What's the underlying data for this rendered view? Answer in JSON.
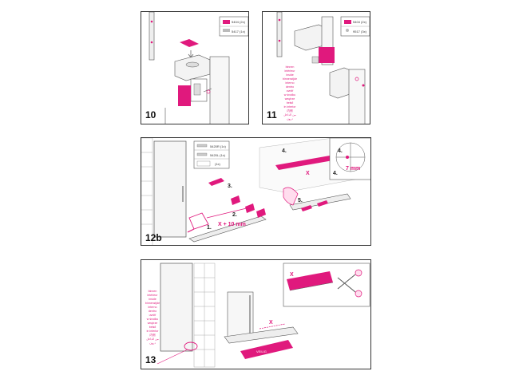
{
  "steps": {
    "s10": {
      "number": "10",
      "parts": [
        {
          "code": "5404 (2x)"
        },
        {
          "code": "5417 (1x)"
        }
      ]
    },
    "s11": {
      "number": "11",
      "parts": [
        {
          "code": "5404 (2x)"
        },
        {
          "code": "9517 (3x)"
        }
      ],
      "inside_labels": [
        "binnen",
        "intérieur",
        "inside",
        "binnenzijde",
        "interno",
        "dentro",
        "uvnitř",
        "w środku",
        "wnętrze",
        "belső",
        "in interior",
        "内侧",
        "من الداخل",
        "درون"
      ]
    },
    "s12b": {
      "number": "12b",
      "parts": [
        {
          "code": "5420R (1x)"
        },
        {
          "code": "5420L (1x)"
        },
        {
          "code": "(1x)"
        }
      ],
      "callouts": [
        "1.",
        "2.",
        "3.",
        "4.",
        "5.",
        "4.",
        "4."
      ],
      "dim_x": "X",
      "dim_x10": "X + 10 mm",
      "dim_7": "7 mm"
    },
    "s13": {
      "number": "13",
      "inside_labels": [
        "binnen",
        "intérieur",
        "inside",
        "binnenzijde",
        "interno",
        "dentro",
        "uvnitř",
        "w środku",
        "wnętrze",
        "belső",
        "in interior",
        "内侧",
        "من الداخل",
        "درون"
      ],
      "dim_x": "X",
      "dim_x2": "X",
      "product_text": "VEILIG"
    }
  },
  "colors": {
    "accent": "#e0197d",
    "line": "#333333",
    "bg": "#ffffff"
  }
}
